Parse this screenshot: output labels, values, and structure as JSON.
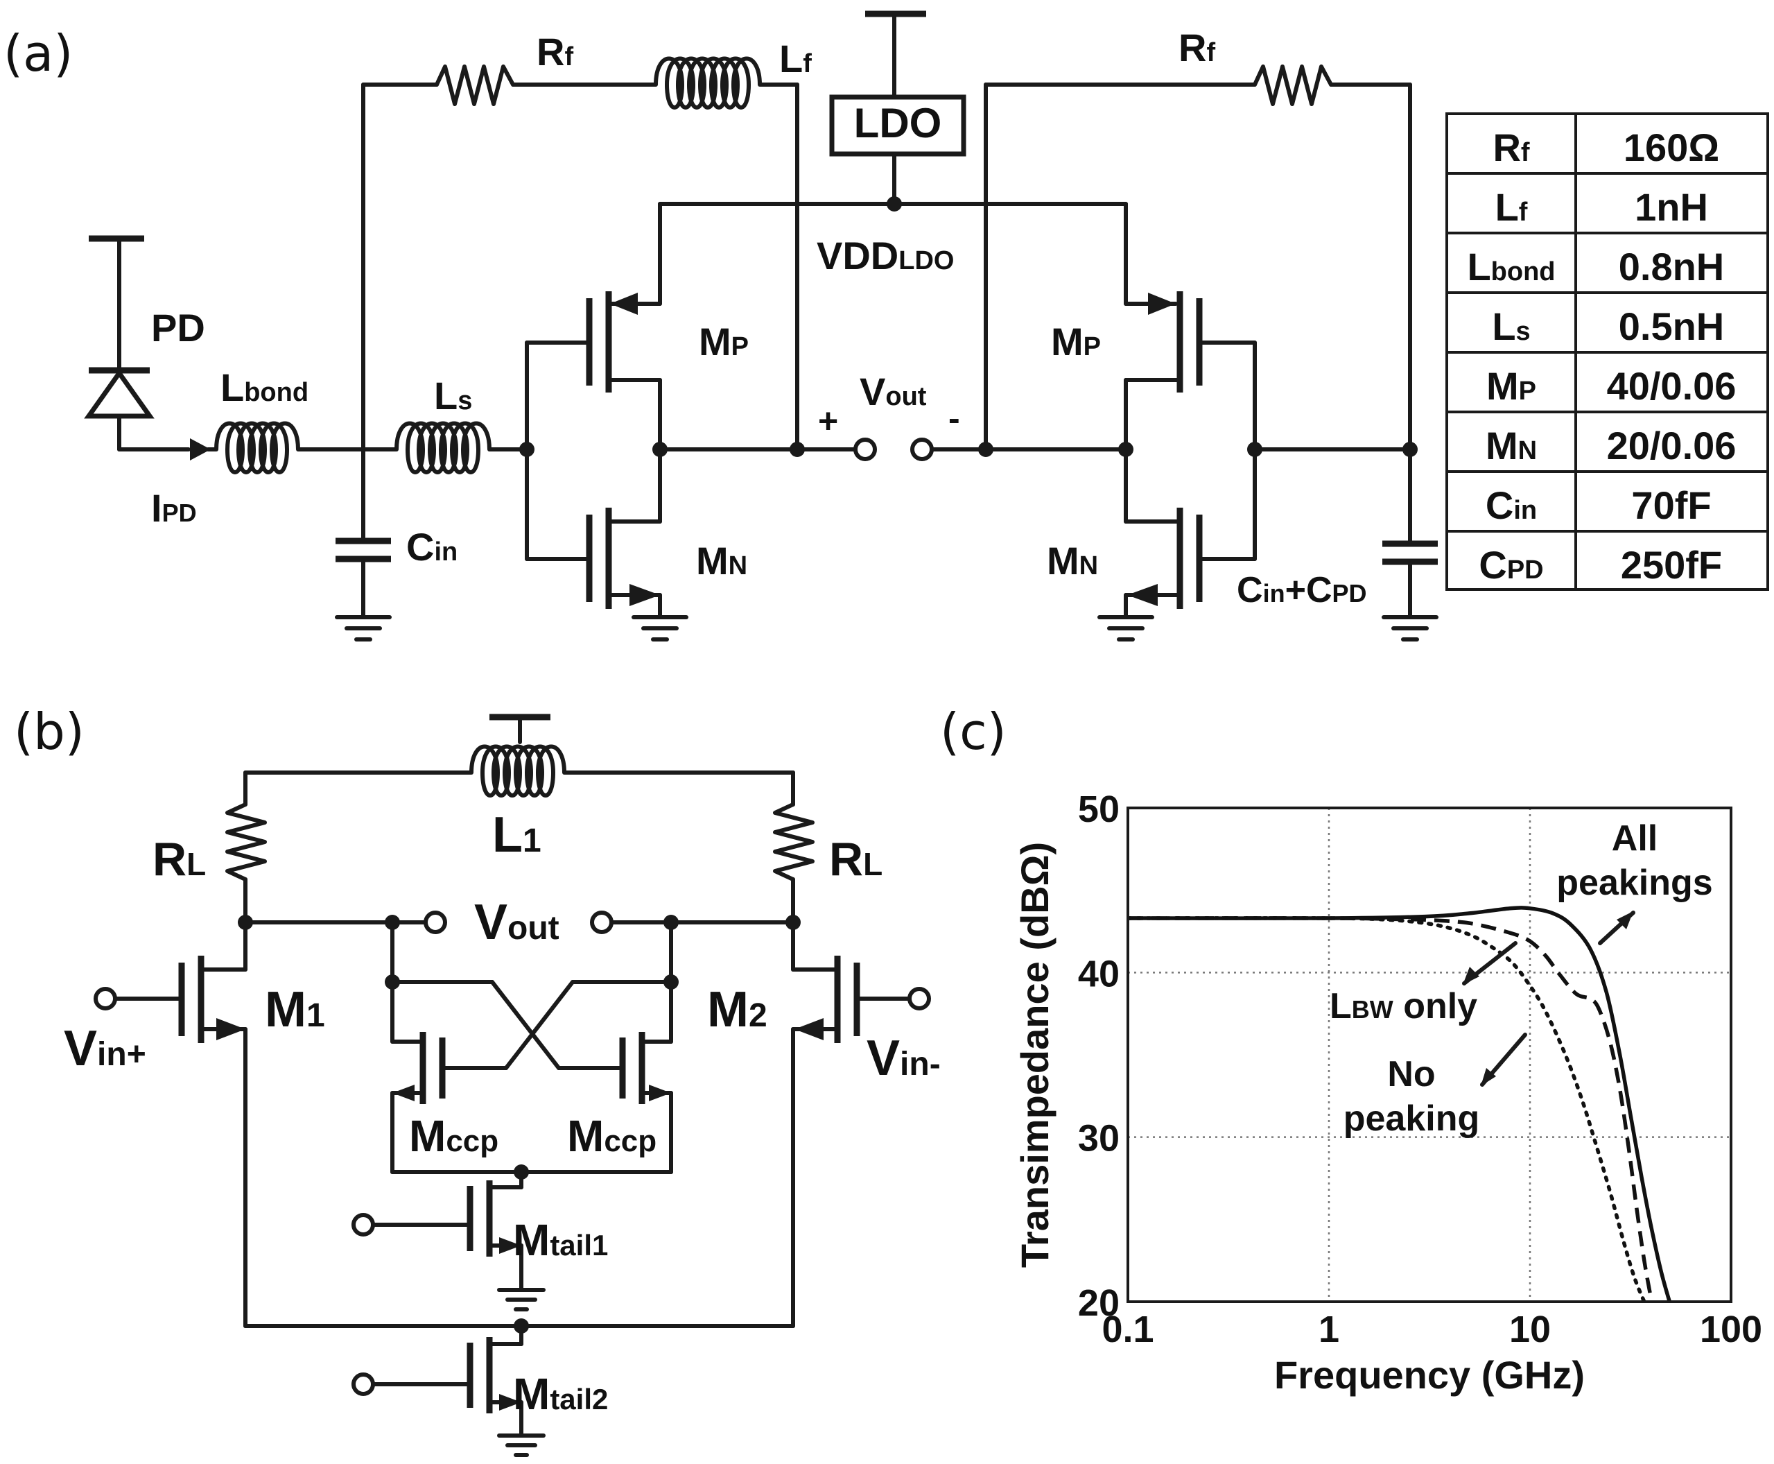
{
  "panels": {
    "a": "(a)",
    "b": "(b)",
    "c": "(c)"
  },
  "schematic_a": {
    "pd": "PD",
    "ipd": {
      "main": "I",
      "sub": "PD"
    },
    "lbond": {
      "main": "L",
      "sub": "bond"
    },
    "ls": {
      "main": "L",
      "sub": "s"
    },
    "cin": {
      "main": "C",
      "sub": "in"
    },
    "rf_left": {
      "main": "R",
      "sub": "f"
    },
    "lf": {
      "main": "L",
      "sub": "f"
    },
    "rf_right": {
      "main": "R",
      "sub": "f"
    },
    "ldo": "LDO",
    "vdd": {
      "main": "VDD",
      "sub": "LDO"
    },
    "mp_left": {
      "main": "M",
      "sub": "P"
    },
    "mn_left": {
      "main": "M",
      "sub": "N"
    },
    "mp_right": {
      "main": "M",
      "sub": "P"
    },
    "mn_right": {
      "main": "M",
      "sub": "N"
    },
    "vout": {
      "main": "V",
      "sub": "out"
    },
    "plus": "+",
    "minus": "-",
    "cin_cpd": {
      "a": "C",
      "a_sub": "in",
      "plus": "+",
      "b": "C",
      "b_sub": "PD"
    }
  },
  "param_table": [
    {
      "name": "R",
      "sub": "f",
      "value": "160Ω"
    },
    {
      "name": "L",
      "sub": "f",
      "value": "1nH"
    },
    {
      "name": "L",
      "sub": "bond",
      "value": "0.8nH"
    },
    {
      "name": "L",
      "sub": "s",
      "value": "0.5nH"
    },
    {
      "name": "M",
      "sub": "P",
      "value": "40/0.06"
    },
    {
      "name": "M",
      "sub": "N",
      "value": "20/0.06"
    },
    {
      "name": "C",
      "sub": "in",
      "value": "70fF"
    },
    {
      "name": "C",
      "sub": "PD",
      "value": "250fF"
    }
  ],
  "schematic_b": {
    "rl_left": {
      "main": "R",
      "sub": "L"
    },
    "rl_right": {
      "main": "R",
      "sub": "L"
    },
    "l1": {
      "main": "L",
      "sub": "1"
    },
    "vout": {
      "main": "V",
      "sub": "out"
    },
    "m1": {
      "main": "M",
      "sub": "1"
    },
    "m2": {
      "main": "M",
      "sub": "2"
    },
    "vin_plus": {
      "main": "V",
      "sub": "in+"
    },
    "vin_minus": {
      "main": "V",
      "sub": "in-"
    },
    "mccp_left": {
      "main": "M",
      "sub": "ccp"
    },
    "mccp_right": {
      "main": "M",
      "sub": "ccp"
    },
    "mtail1": {
      "main": "M",
      "sub": "tail1"
    },
    "mtail2": {
      "main": "M",
      "sub": "tail2"
    }
  },
  "chart_data": {
    "type": "line",
    "xlabel": "Frequency (GHz)",
    "ylabel": "Transimpedance (dBΩ)",
    "xscale": "log",
    "xlim": [
      0.1,
      100
    ],
    "ylim": [
      20,
      50
    ],
    "xticks": [
      "0.1",
      "1",
      "10",
      "100"
    ],
    "yticks": [
      "20",
      "30",
      "40",
      "50"
    ],
    "grid": true,
    "series": [
      {
        "name": "All peakings",
        "style": "solid",
        "x": [
          0.1,
          1,
          3,
          5,
          8,
          10,
          13,
          16,
          20,
          24,
          28,
          32,
          36,
          40,
          45,
          50
        ],
        "y": [
          43.3,
          43.3,
          43.4,
          43.6,
          43.9,
          43.9,
          43.6,
          42.9,
          41.4,
          38.8,
          35.0,
          31.0,
          27.5,
          24.6,
          21.8,
          19.8
        ]
      },
      {
        "name": "L_BW only",
        "style": "dashed",
        "x": [
          0.1,
          1,
          2,
          3,
          5,
          8,
          10,
          12,
          14,
          17,
          20,
          22,
          25,
          28,
          31,
          34,
          37,
          40
        ],
        "y": [
          43.3,
          43.3,
          43.25,
          43.2,
          43.0,
          42.4,
          41.9,
          41.0,
          39.9,
          38.7,
          38.4,
          37.8,
          35.8,
          32.9,
          29.3,
          25.6,
          22.5,
          20.2
        ]
      },
      {
        "name": "No peaking",
        "style": "dotted",
        "x": [
          0.1,
          1,
          2,
          3,
          4,
          5,
          6,
          8,
          10,
          12,
          15,
          18,
          21,
          25,
          29,
          33,
          37
        ],
        "y": [
          43.3,
          43.3,
          43.2,
          43.0,
          42.7,
          42.3,
          41.8,
          40.7,
          39.2,
          37.6,
          35.0,
          32.4,
          29.8,
          26.7,
          23.8,
          21.5,
          20.0
        ]
      }
    ],
    "annotations": {
      "all_line1": "All",
      "all_line2": "peakings",
      "lbw_main": "L",
      "lbw_sub": "BW",
      "lbw_rest": " only",
      "nopk_line1": "No",
      "nopk_line2": "peaking"
    }
  }
}
